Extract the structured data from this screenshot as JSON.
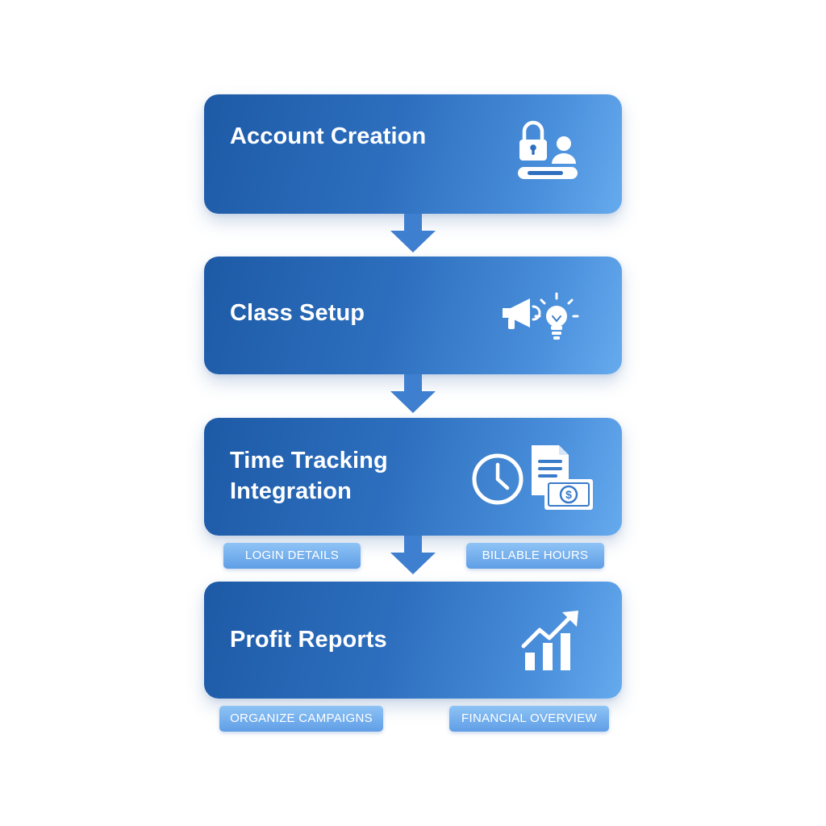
{
  "steps": [
    {
      "title": "Account Creation",
      "icon": "lock-user-icon"
    },
    {
      "title": "Class Setup",
      "icon": "megaphone-lightbulb-icon"
    },
    {
      "title": "Time Tracking\nIntegration",
      "icon": "clock-document-money-icon"
    },
    {
      "title": "Profit Reports",
      "icon": "growth-chart-icon"
    }
  ],
  "tags": {
    "login_details": "LOGIN DETAILS",
    "billable_hours": "BILLABLE HOURS",
    "organize_campaigns": "ORGANIZE CAMPAIGNS",
    "financial_overview": "FINANCIAL OVERVIEW"
  },
  "colors": {
    "box_start": "#1d5aa6",
    "box_end": "#66aaee",
    "arrow": "#3f7fcf",
    "tag": "#6fabec"
  }
}
